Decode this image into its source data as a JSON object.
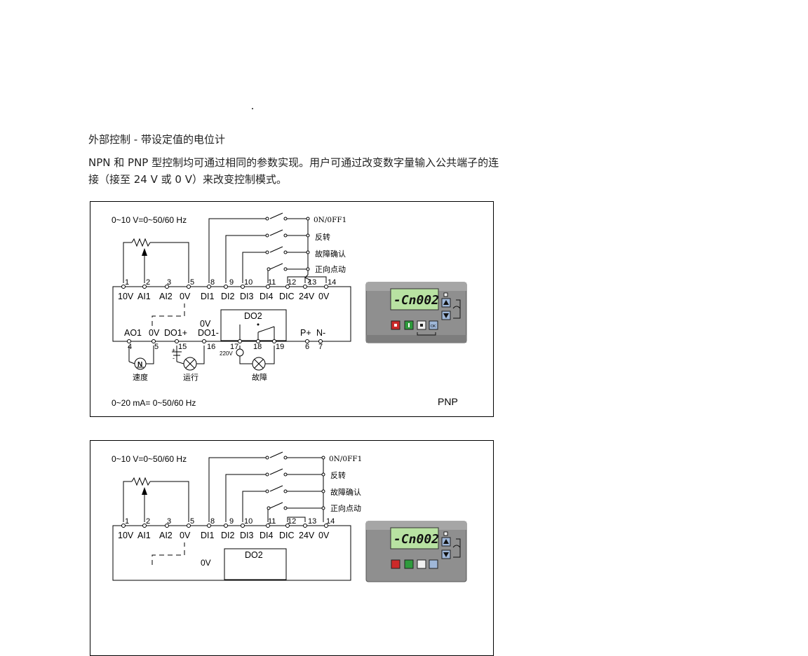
{
  "heading": "外部控制 - 带设定值的电位计",
  "paragraph_lines": [
    "NPN 和 PNP 型控制均可通过相同的参数实现。用户可通过改变数字量输入公共端子的连",
    "接（接至 24 V 或 0 V）来改变控制模式。"
  ],
  "figures": [
    {
      "top_label": "0~10 V=0~50/60  Hz",
      "bottom_label": "0~20  mA= 0~50/60  Hz",
      "mode": "PNP",
      "switch_labels": [
        "0N/0FF1",
        "反转",
        "故障确认",
        "正向点动"
      ],
      "terminal_numbers_top": [
        "1",
        "2",
        "3",
        "5",
        "8",
        "9",
        "10",
        "11",
        "12",
        "13",
        "14"
      ],
      "terminal_names_top": [
        "10V",
        "AI1",
        "AI2",
        "0V",
        "DI1",
        "DI2",
        "DI3",
        "DI4",
        "DIC",
        "24V",
        "0V"
      ],
      "do2_label": "DO2",
      "terminal_names_bottom": [
        "AO1",
        "0V",
        "DO1+",
        "0V",
        "DO1-",
        "P+",
        "N-"
      ],
      "terminal_numbers_bottom": [
        "4",
        "5",
        "15",
        "16",
        "17",
        "18",
        "19",
        "6",
        "7"
      ],
      "v220": "220V",
      "n_symbol": "N",
      "lamp_labels": [
        "速度",
        "运行",
        "故障"
      ],
      "display_text": "-Cn002"
    },
    {
      "top_label": "0~10 V=0~50/60  Hz",
      "switch_labels": [
        "0N/0FF1",
        "反转",
        "故障确认",
        "正向点动"
      ],
      "terminal_numbers_top": [
        "1",
        "2",
        "3",
        "5",
        "8",
        "9",
        "10",
        "11",
        "12",
        "13",
        "14"
      ],
      "terminal_names_top": [
        "10V",
        "AI1",
        "AI2",
        "0V",
        "DI1",
        "DI2",
        "DI3",
        "DI4",
        "DIC",
        "24V",
        "0V"
      ],
      "do2_label": "DO2",
      "zero_v": "0V",
      "display_text": "-Cn002"
    }
  ],
  "colors": {
    "panel_bg": "#8f8f8f",
    "lcd_bg": "#b8e2a2",
    "red_button": "#cc2a2a",
    "green_button": "#2e9b3c"
  }
}
